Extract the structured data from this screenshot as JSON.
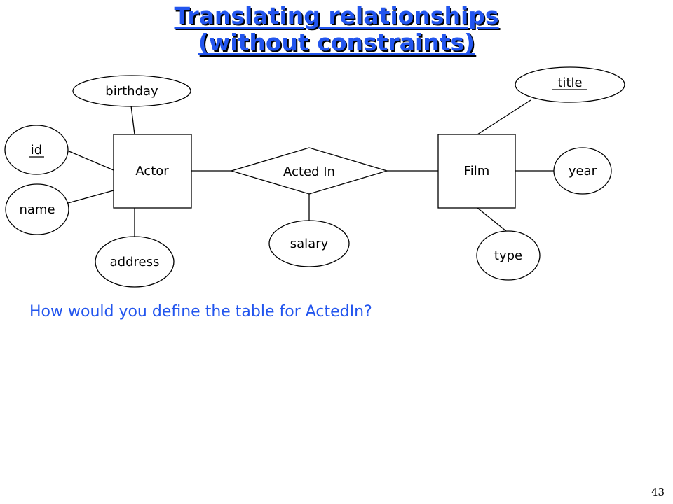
{
  "slide": {
    "title_line1": "Translating relationships",
    "title_line2": "(without constraints)",
    "question": "How would you define the table for ActedIn?",
    "page_number": "43"
  },
  "diagram": {
    "entities": {
      "actor": "Actor",
      "film": "Film"
    },
    "relationship": {
      "acted_in": "Acted In"
    },
    "attributes": {
      "birthday": "birthday",
      "id": "id",
      "name": "name",
      "address": "address",
      "salary": "salary",
      "title": "title",
      "year": "year",
      "type": "type"
    },
    "key_attributes": [
      "id",
      "title"
    ]
  },
  "colors": {
    "accent": "#2255ee",
    "title_shadow": "#000000",
    "shapes": "#000000"
  }
}
